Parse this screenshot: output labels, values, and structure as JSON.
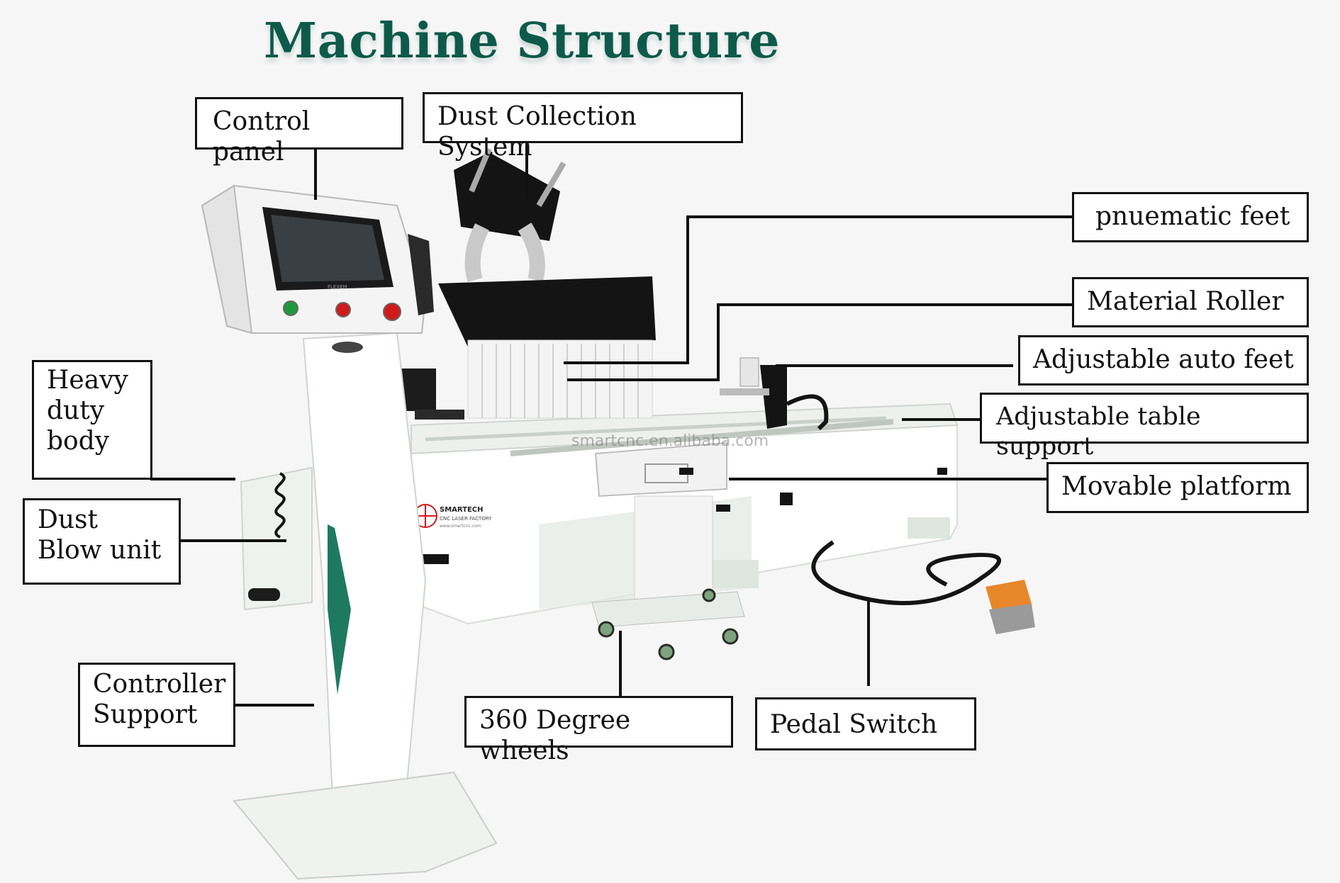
{
  "title": "Machine Structure",
  "watermark": "smartcnc.en.alibaba.com",
  "brand": {
    "name": "SMARTECH",
    "tagline": "CNC LASER FACTORY",
    "url": "www.smartcnc.com",
    "panel_brand": "FLEXEM"
  },
  "labels": {
    "control_panel": "Control panel",
    "dust_collection": "Dust Collection System",
    "pneumatic_feet": "pnuematic feet",
    "material_roller": "Material Roller",
    "adjustable_auto_feet": "Adjustable auto feet",
    "adjustable_table_support": "Adjustable table support",
    "movable_platform": "Movable platform",
    "heavy_duty_body": "Heavy\nduty\nbody",
    "dust_blow_unit": "Dust\nBlow unit",
    "controller_support": "Controller\nSupport",
    "wheels": "360 Degree wheels",
    "pedal_switch": "Pedal Switch"
  },
  "colors": {
    "title": "#0e5a4a",
    "machine_body": "#ffffff",
    "machine_shadow": "#d8ddd8",
    "dark_parts": "#141414",
    "button_green": "#1e9a3c",
    "button_red": "#d11a1a",
    "pedal_orange": "#e8862a",
    "accent_teal": "#1e7a5f"
  }
}
